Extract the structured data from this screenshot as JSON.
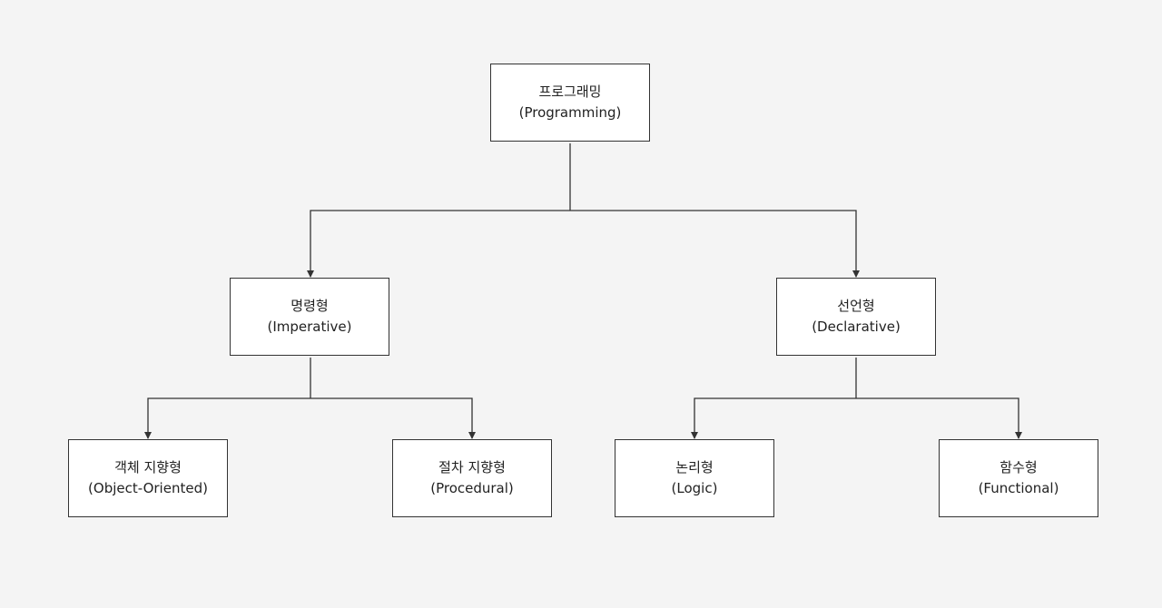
{
  "diagram": {
    "nodes": {
      "programming": {
        "ko": "프로그래밍",
        "en": "(Programming)"
      },
      "imperative": {
        "ko": "명령형",
        "en": "(Imperative)"
      },
      "declarative": {
        "ko": "선언형",
        "en": "(Declarative)"
      },
      "oop": {
        "ko": "객체 지향형",
        "en": "(Object-Oriented)"
      },
      "procedural": {
        "ko": "절차 지향형",
        "en": "(Procedural)"
      },
      "logic": {
        "ko": "논리형",
        "en": "(Logic)"
      },
      "functional": {
        "ko": "함수형",
        "en": "(Functional)"
      }
    },
    "edges": [
      [
        "programming",
        "imperative"
      ],
      [
        "programming",
        "declarative"
      ],
      [
        "imperative",
        "oop"
      ],
      [
        "imperative",
        "procedural"
      ],
      [
        "declarative",
        "logic"
      ],
      [
        "declarative",
        "functional"
      ]
    ],
    "colors": {
      "line": "#333333",
      "box_border": "#333333",
      "box_fill": "#ffffff",
      "background": "#f4f4f4"
    }
  }
}
